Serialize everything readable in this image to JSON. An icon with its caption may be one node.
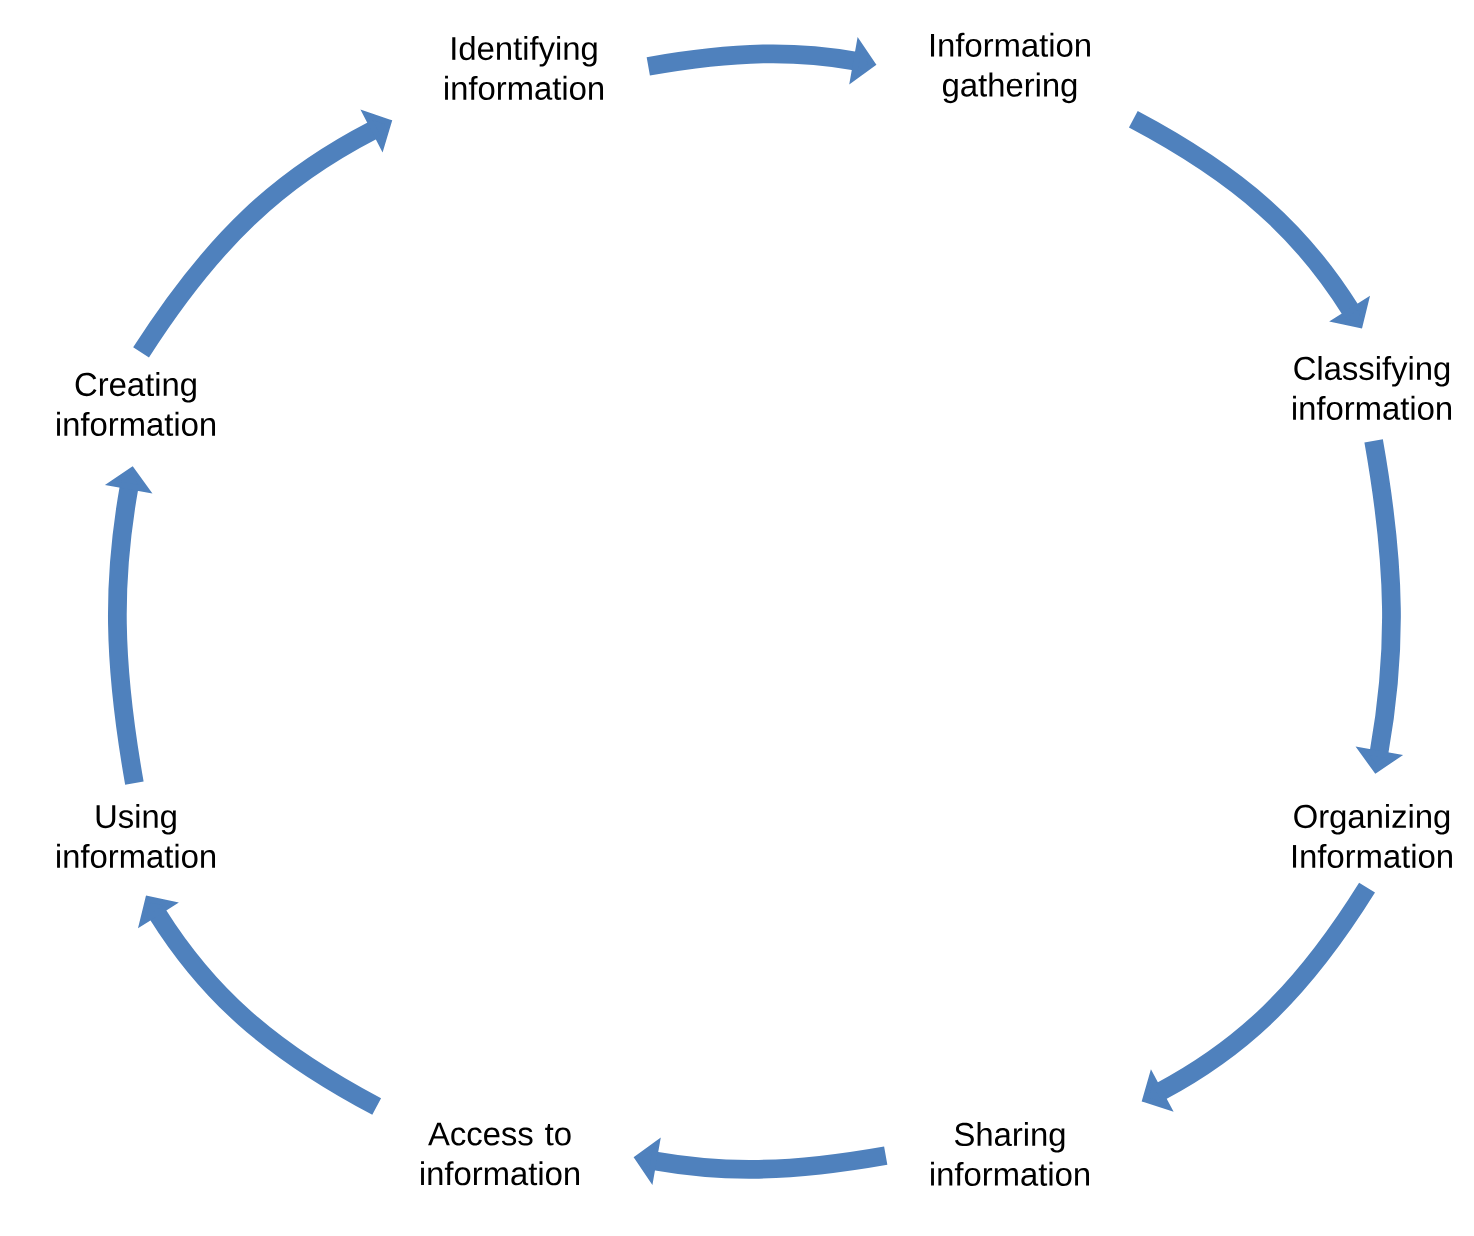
{
  "diagram": {
    "nodes": [
      {
        "text": [
          "Identifying information"
        ]
      },
      {
        "text": [
          "Information gathering"
        ]
      },
      {
        "text": [
          "Classifying information"
        ]
      },
      {
        "text": [
          "Organizing Information"
        ]
      },
      {
        "text": [
          "Sharing information"
        ]
      },
      {
        "text": [
          "Access to information"
        ]
      },
      {
        "text": [
          "Using information"
        ]
      },
      {
        "text": [
          "Creating information"
        ]
      }
    ],
    "edges": [
      {
        "from": 0,
        "to": 1,
        "arrow": "to"
      },
      {
        "from": 1,
        "to": 2,
        "arrow": "to"
      },
      {
        "from": 2,
        "to": 3,
        "arrow": "to"
      },
      {
        "from": 3,
        "to": 4,
        "arrow": "to"
      },
      {
        "from": 4,
        "to": 5,
        "arrow": "to"
      },
      {
        "from": 5,
        "to": 6,
        "arrow": "to"
      },
      {
        "from": 6,
        "to": 7,
        "arrow": "to"
      },
      {
        "from": 7,
        "to": 0,
        "arrow": "to"
      }
    ]
  }
}
